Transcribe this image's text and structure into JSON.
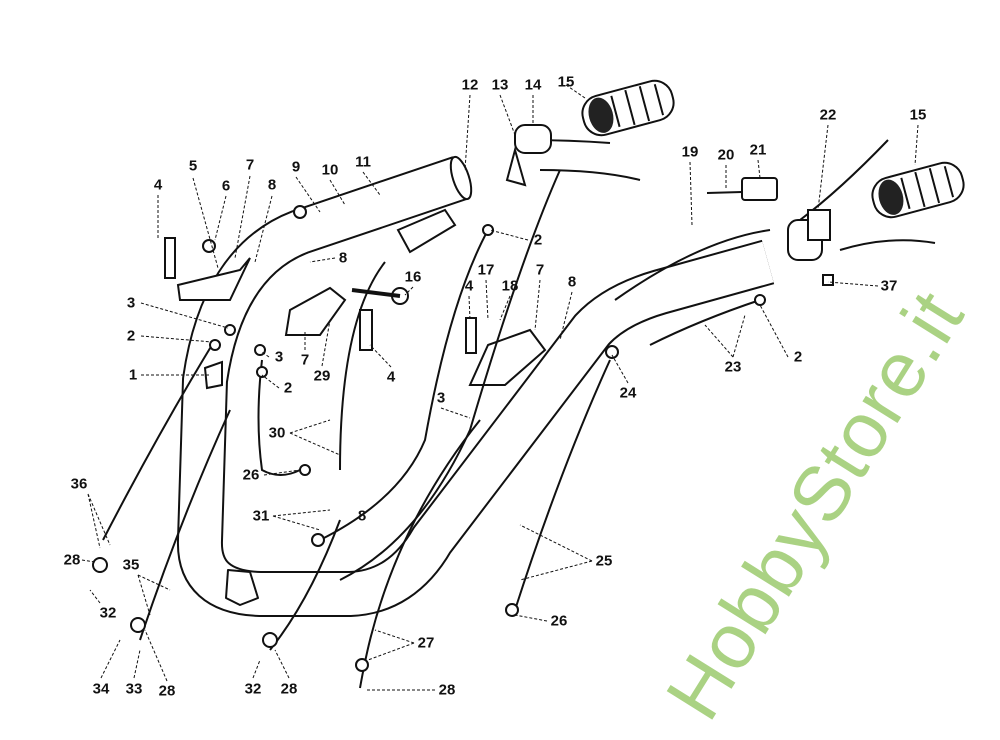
{
  "diagram": {
    "title": "Handlebar and control cables exploded parts diagram",
    "watermark": "HobbyStore.it",
    "labels": [
      "12",
      "13",
      "14",
      "15",
      "15",
      "22",
      "19",
      "20",
      "21",
      "11",
      "10",
      "9",
      "8",
      "7",
      "6",
      "5",
      "4",
      "2",
      "8",
      "16",
      "17",
      "18",
      "7",
      "8",
      "4",
      "37",
      "3",
      "2",
      "3",
      "2",
      "1",
      "7",
      "29",
      "4",
      "24",
      "23",
      "2",
      "3",
      "30",
      "26",
      "36",
      "31",
      "8",
      "28",
      "35",
      "25",
      "32",
      "26",
      "27",
      "34",
      "33",
      "28",
      "32",
      "28",
      "28"
    ]
  }
}
